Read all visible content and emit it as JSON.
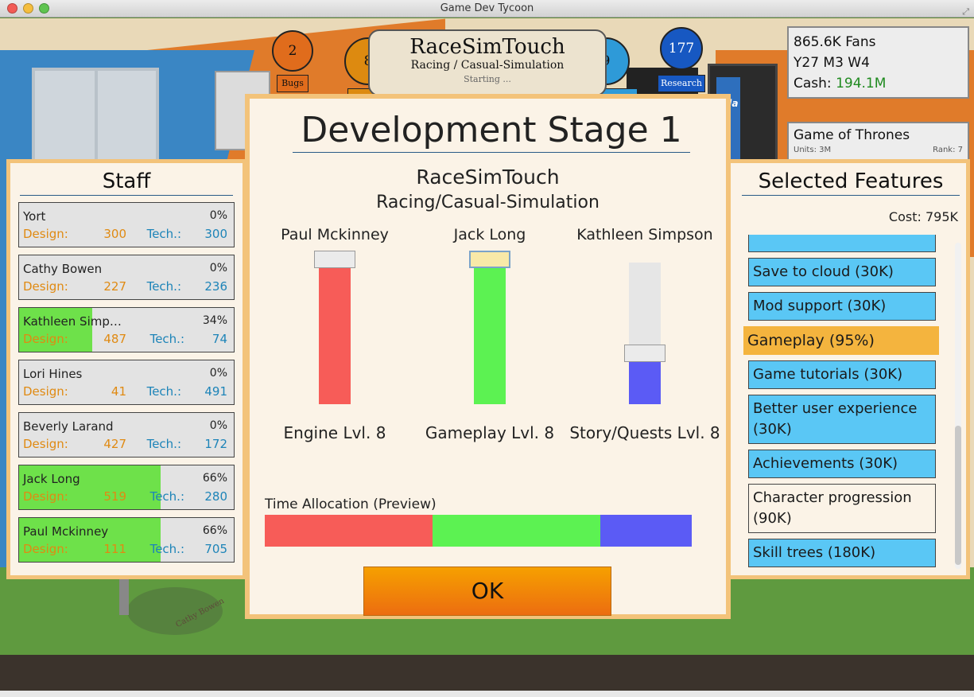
{
  "window": {
    "title": "Game Dev Tycoon"
  },
  "hud": {
    "bugs": {
      "value": "2",
      "label": "Bugs"
    },
    "design_points": "8",
    "tech_points": "9",
    "research": {
      "value": "177",
      "label": "Research"
    },
    "game_name": "RaceSimTouch",
    "game_genre": "Racing / Casual-Simulation",
    "status": "Starting ..."
  },
  "stats": {
    "fans": "865.6K Fans",
    "date": "Y27 M3 W4",
    "cash_label": "Cash:",
    "cash_value": "194.1M"
  },
  "release": {
    "title": "Game of Thrones",
    "units": "Units: 3M",
    "rank": "Rank: 7"
  },
  "staff_panel": {
    "title": "Staff",
    "design_label": "Design:",
    "tech_label": "Tech.:",
    "members": [
      {
        "name": "Yort",
        "pct": "0%",
        "design": "300",
        "tech": "300",
        "fill": 0
      },
      {
        "name": "Cathy Bowen",
        "pct": "0%",
        "design": "227",
        "tech": "236",
        "fill": 0
      },
      {
        "name": "Kathleen Simp…",
        "pct": "34%",
        "design": "487",
        "tech": "74",
        "fill": 34
      },
      {
        "name": "Lori Hines",
        "pct": "0%",
        "design": "41",
        "tech": "491",
        "fill": 0
      },
      {
        "name": "Beverly Larand",
        "pct": "0%",
        "design": "427",
        "tech": "172",
        "fill": 0
      },
      {
        "name": "Jack Long",
        "pct": "66%",
        "design": "519",
        "tech": "280",
        "fill": 66
      },
      {
        "name": "Paul Mckinney",
        "pct": "66%",
        "design": "111",
        "tech": "705",
        "fill": 66
      }
    ]
  },
  "dialog": {
    "title": "Development Stage 1",
    "game_name": "RaceSimTouch",
    "game_genre": "Racing/Casual-Simulation",
    "columns": [
      {
        "staff": "Paul Mckinney",
        "area": "Engine Lvl. 8",
        "level": 0.96,
        "color": "#f75c58"
      },
      {
        "staff": "Jack Long",
        "area": "Gameplay Lvl. 8",
        "level": 0.96,
        "color": "#5cf252"
      },
      {
        "staff": "Kathleen Simpson",
        "area": "Story/Quests Lvl. 8",
        "level": 0.3,
        "color": "#5b5bf5"
      }
    ],
    "time_label": "Time Allocation (Preview)",
    "time_allocation": [
      {
        "area": "Engine",
        "share": 39.3,
        "color": "#f75c58"
      },
      {
        "area": "Gameplay",
        "share": 39.3,
        "color": "#5cf252"
      },
      {
        "area": "Story/Quests",
        "share": 21.4,
        "color": "#5b5bf5"
      }
    ],
    "ok_label": "OK"
  },
  "features": {
    "title": "Selected Features",
    "cost": "Cost: 795K",
    "items": [
      {
        "label": "Save to cloud (30K)",
        "kind": "feature"
      },
      {
        "label": "Mod support (30K)",
        "kind": "feature"
      },
      {
        "label": "Gameplay (95%)",
        "kind": "category"
      },
      {
        "label": "Game tutorials (30K)",
        "kind": "feature"
      },
      {
        "label": "Better user experience (30K)",
        "kind": "feature"
      },
      {
        "label": "Achievements (30K)",
        "kind": "feature"
      },
      {
        "label": "Character progression (90K)",
        "kind": "feature-off"
      },
      {
        "label": "Skill trees (180K)",
        "kind": "feature"
      }
    ]
  },
  "scene": {
    "floor_name_tag": "Cathy Bowen",
    "vending_text": "oda"
  },
  "colors": {
    "design": "#e08a12",
    "tech": "#1d84b8",
    "panel_border": "#f3c37a",
    "feature_bg": "#5ac7f5",
    "category_bg": "#f4b43e"
  }
}
